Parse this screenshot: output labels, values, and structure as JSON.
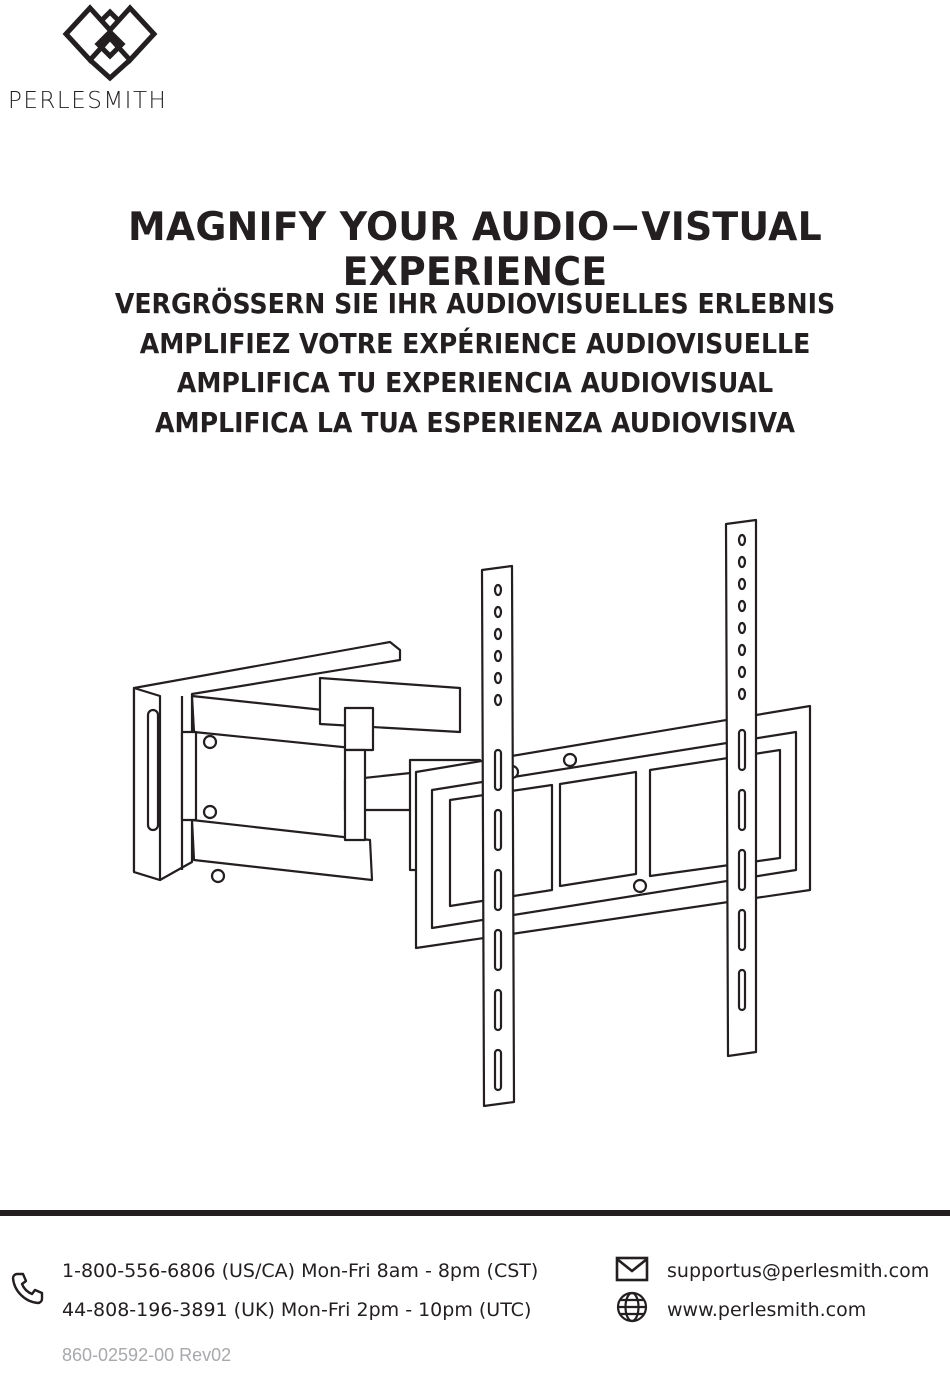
{
  "brand": {
    "name": "PERLESMITH"
  },
  "headline": "MAGNIFY YOUR AUDIO−VISTUAL EXPERIENCE",
  "subtitles": [
    "VERGRÖSSERN SIE IHR AUDIOVISUELLES ERLEBNIS",
    "AMPLIFIEZ VOTRE EXPÉRIENCE AUDIOVISUELLE",
    "AMPLIFICA TU EXPERIENCIA AUDIOVISUAL",
    "AMPLIFICA LA TUA ESPERIENZA AUDIOVISIVA"
  ],
  "contact": {
    "phone_icon": "phone-icon",
    "phone_us": "1-800-556-6806 (US/CA)  Mon-Fri 8am - 8pm (CST)",
    "phone_uk": "44-808-196-3891 (UK)  Mon-Fri 2pm - 10pm (UTC)",
    "email_icon": "mail-icon",
    "email": "supportus@perlesmith.com",
    "web_icon": "globe-icon",
    "website": "www.perlesmith.com"
  },
  "part_number": "860-02592-00 Rev02",
  "colors": {
    "ink": "#231f20",
    "muted": "#a7a9ac"
  }
}
